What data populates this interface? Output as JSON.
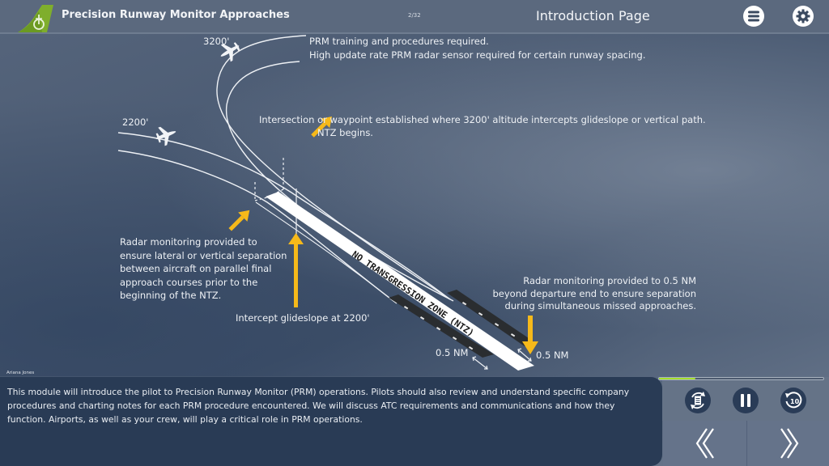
{
  "header": {
    "app_title": "Precision Runway Monitor Approaches",
    "page_counter": "2/32",
    "page_title": "Introduction Page",
    "menu_icon": "hamburger-menu-icon",
    "settings_icon": "gear-icon",
    "logo_icon": "green-tail-fin-power-logo"
  },
  "colors": {
    "accent_green": "#a4e02a",
    "arrow_yellow": "#f6b91a",
    "transcript_bg": "#293b55",
    "topbar_bg": "#5b697e"
  },
  "diagram": {
    "altitude_upper": "3200'",
    "altitude_lower": "2200'",
    "note_prm": "PRM training and procedures required.",
    "note_radar_sensor": "High update rate PRM radar sensor required for certain runway spacing.",
    "note_intersection": "Intersection or waypoint established where 3200' altitude intercepts glideslope or vertical path.",
    "note_ntz_begins": "NTZ begins.",
    "note_radar_monitoring": [
      "Radar monitoring provided to",
      "ensure lateral or vertical separation",
      "between aircraft on parallel final",
      "approach courses prior to the",
      "beginning of the NTZ."
    ],
    "note_intercept": "Intercept glideslope at 2200'",
    "note_departure": [
      "Radar monitoring provided to 0.5 NM",
      "beyond departure end to ensure separation",
      "during simultaneous missed approaches."
    ],
    "ntz_label": "NO TRANSGRESSION ZONE (NTZ)",
    "distance_left": "0.5 NM",
    "distance_right": "0.5 NM"
  },
  "narration": {
    "author": "Ariana Jones",
    "transcript_lines": [
      "This module will introduce the pilot to Precision Runway Monitor (PRM) operations. Pilots should also review and understand specific company",
      "procedures and charting notes for each PRM procedure encountered. We will discuss ATC requirements and communications and how they",
      "function. Airports, as well as your crew, will play a critical role in PRM operations."
    ]
  },
  "player": {
    "progress_percent": 22,
    "transcript_icon": "transcript-toggle-icon",
    "pause_icon": "pause-icon",
    "replay_icon": "replay-10-icon",
    "replay_label": "10",
    "prev_icon": "chevron-double-left-icon",
    "next_icon": "chevron-double-right-icon"
  }
}
